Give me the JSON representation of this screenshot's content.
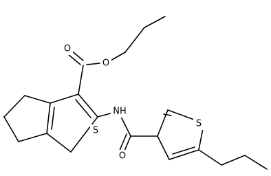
{
  "molecule": {
    "atoms": {
      "carbonyl_o": "O",
      "ester_o": "O",
      "thiophene_s_left": "S",
      "amide_nh": "NH",
      "amide_o": "O",
      "thiophene_s_right": "S"
    },
    "colors": {
      "bond": "#000000",
      "label": "#000000",
      "background": "#ffffff"
    }
  }
}
